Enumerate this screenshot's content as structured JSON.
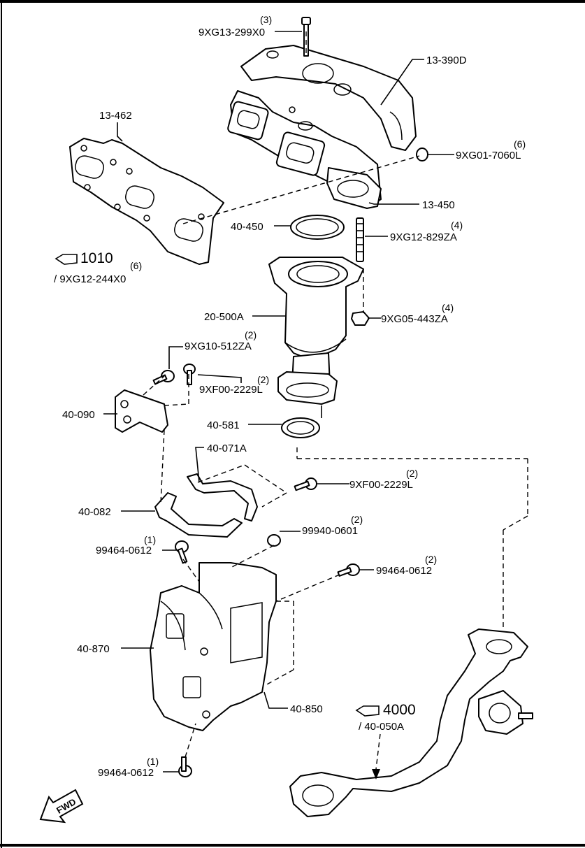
{
  "callouts": {
    "c1_part": "9XG13-299X0",
    "c1_qty": "(3)",
    "c2_part": "13-390D",
    "c3_part": "13-462",
    "c4_part": "9XG01-7060L",
    "c4_qty": "(6)",
    "c5_part": "13-450",
    "c6_part": "40-450",
    "c7_part": "9XG12-829ZA",
    "c7_qty": "(4)",
    "c8_ref": "1010",
    "c8_sub": "/ 9XG12-244X0",
    "c8_qty": "(6)",
    "c9_part": "20-500A",
    "c10_part": "9XG05-443ZA",
    "c10_qty": "(4)",
    "c11_part": "9XG10-512ZA",
    "c11_qty": "(2)",
    "c12_part": "9XF00-2229L",
    "c12_qty": "(2)",
    "c13_part": "40-090",
    "c14_part": "40-581",
    "c15_part": "40-071A",
    "c16_part": "9XF00-2229L",
    "c16_qty": "(2)",
    "c17_part": "40-082",
    "c18_part": "99940-0601",
    "c18_qty": "(2)",
    "c19_part": "99464-0612",
    "c19_qty": "(1)",
    "c20_part": "99464-0612",
    "c20_qty": "(2)",
    "c21_part": "40-870",
    "c22_part": "40-850",
    "c23_ref": "4000",
    "c23_sub": "/ 40-050A",
    "c24_part": "99464-0612",
    "c24_qty": "(1)",
    "fwd": "FWD"
  }
}
